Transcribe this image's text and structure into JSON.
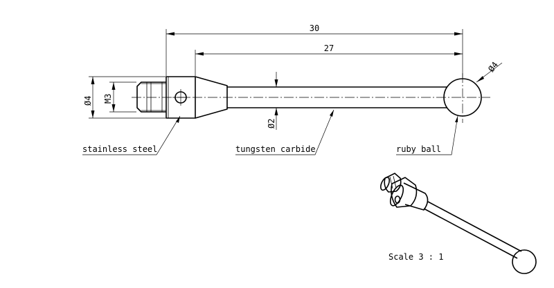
{
  "dimensions": {
    "overall_length": "30",
    "shaft_length": "27",
    "ball_diameter": "Ø4",
    "body_diameter": "Ø4",
    "thread": "M3",
    "stem_diameter": "Ø2"
  },
  "labels": {
    "body_material": "stainless steel",
    "stem_material": "tungsten carbide",
    "tip_material": "ruby ball"
  },
  "scale": "Scale 3 : 1"
}
